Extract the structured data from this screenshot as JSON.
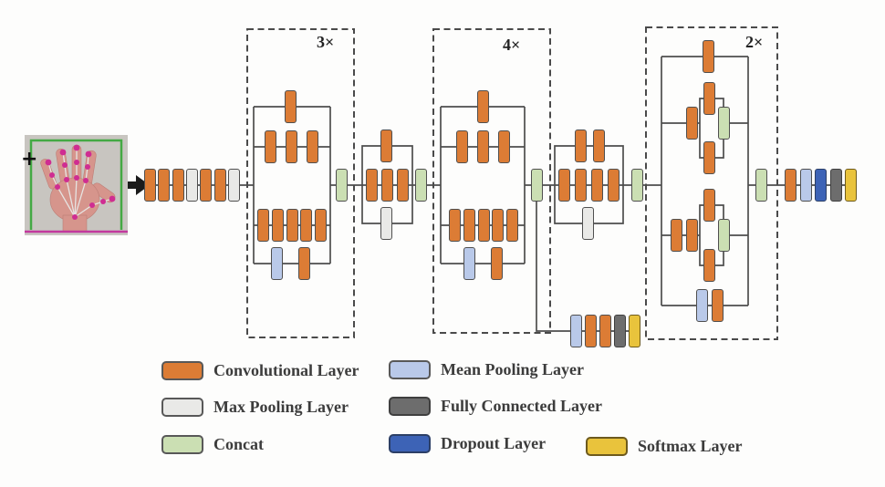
{
  "figure": {
    "type": "cnn-architecture-diagram",
    "repeat_labels": {
      "box1": "3×",
      "box2": "4×",
      "box3": "2×"
    },
    "input": {
      "description": "hand image with pose annotations",
      "plus_mark": "+"
    },
    "groups": {
      "stem": [
        "conv",
        "conv",
        "conv",
        "maxpool",
        "conv",
        "conv",
        "maxpool"
      ],
      "inception1_b1": [
        "conv"
      ],
      "inception1_b2": [
        "conv",
        "conv",
        "conv"
      ],
      "inception1_b3": [
        "conv",
        "conv",
        "conv",
        "conv",
        "conv"
      ],
      "inception1_b4": [
        "meanpool",
        "conv"
      ],
      "concat_after_box1": [
        "concat"
      ],
      "mid1_b1": [
        "conv"
      ],
      "mid1_b2": [
        "conv",
        "conv",
        "conv"
      ],
      "mid1_b3": [
        "maxpool"
      ],
      "concat_after_mid1": [
        "concat"
      ],
      "inception2_b1": [
        "conv"
      ],
      "inception2_b2": [
        "conv",
        "conv",
        "conv"
      ],
      "inception2_b3": [
        "conv",
        "conv",
        "conv",
        "conv",
        "conv"
      ],
      "inception2_b4": [
        "meanpool",
        "conv"
      ],
      "concat_after_box2": [
        "concat"
      ],
      "aux_classifier": [
        "meanpool",
        "conv",
        "conv",
        "fc",
        "softmax"
      ],
      "mid2_b1": [
        "conv",
        "conv"
      ],
      "mid2_b2": [
        "conv",
        "conv",
        "conv",
        "conv"
      ],
      "mid2_b3": [
        "maxpool"
      ],
      "concat_after_mid2": [
        "concat"
      ],
      "inc3_b1": [
        "conv"
      ],
      "inc3_b2_pre": [
        "conv"
      ],
      "inc3_b2_up": [
        "conv"
      ],
      "inc3_b2_down": [
        "conv"
      ],
      "inc3_b2_concat": [
        "concat"
      ],
      "inc3_b3_pre": [
        "conv",
        "conv"
      ],
      "inc3_b3_up": [
        "conv"
      ],
      "inc3_b3_down": [
        "conv"
      ],
      "inc3_b3_concat": [
        "concat"
      ],
      "inc3_b4": [
        "meanpool",
        "conv"
      ],
      "concat_after_box3": [
        "concat"
      ],
      "head": [
        "conv",
        "meanpool",
        "dropout",
        "fc",
        "softmax"
      ]
    },
    "colors": {
      "conv": "#dc7c35",
      "maxpool": "#e9e9e7",
      "concat": "#cbdfb3",
      "meanpool": "#b9c9e9",
      "fc": "#6d6d6d",
      "dropout": "#3d63b6",
      "softmax": "#e9c33c",
      "line": "#4d4d4d"
    }
  },
  "legend": {
    "items": [
      {
        "type": "conv",
        "label": "Convolutional Layer"
      },
      {
        "type": "maxpool",
        "label": "Max Pooling Layer"
      },
      {
        "type": "concat",
        "label": "Concat"
      },
      {
        "type": "meanpool",
        "label": "Mean Pooling Layer"
      },
      {
        "type": "fc",
        "label": "Fully Connected Layer"
      },
      {
        "type": "dropout",
        "label": "Dropout Layer"
      },
      {
        "type": "softmax",
        "label": "Softmax Layer"
      }
    ]
  }
}
